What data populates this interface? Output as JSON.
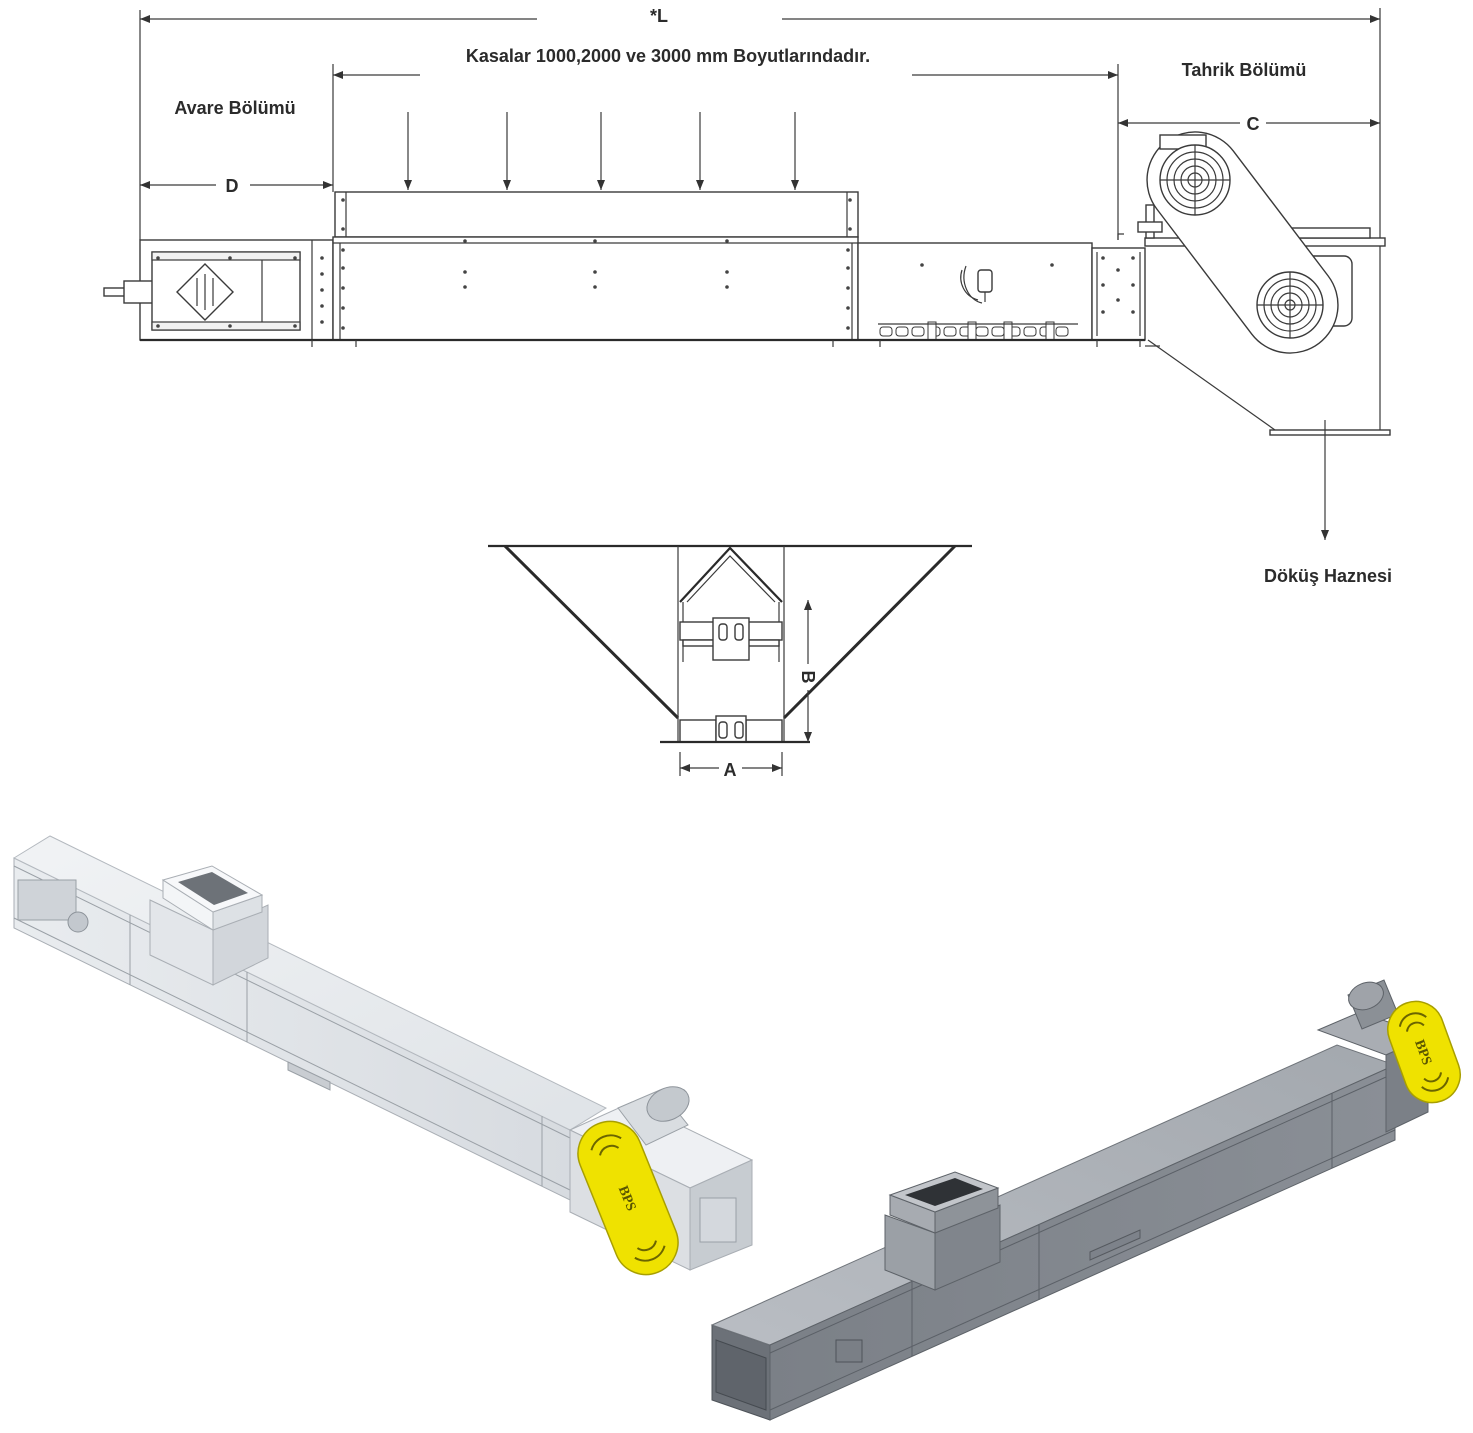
{
  "drawing": {
    "total_length_label": "*L",
    "casing_note": "Kasalar 1000,2000 ve 3000 mm Boyutlarındadır.",
    "drive_section_label": "Tahrik Bölümü",
    "idler_section_label": "Avare Bölümü",
    "dim_c_label": "C",
    "dim_d_label": "D",
    "discharge_label": "Döküş Haznesi"
  },
  "cross_section": {
    "dim_b_label": "B",
    "dim_a_label": "A"
  },
  "renders": {
    "logo_text": "BPS"
  },
  "colors": {
    "line": "#333333",
    "cover_yellow": "#efe200",
    "light_body_top": "#f1f3f5",
    "light_body_side": "#d7dbe0",
    "gray_body_top": "#b9bdc3",
    "gray_body_side": "#8a8f96"
  }
}
